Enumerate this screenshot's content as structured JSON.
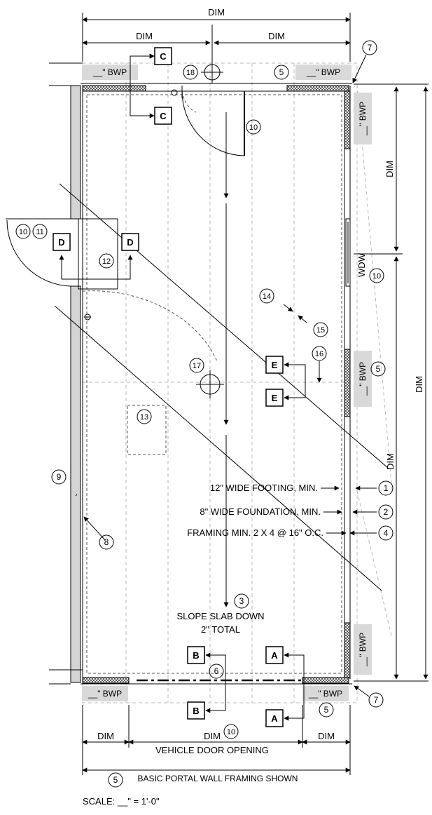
{
  "dimensions": {
    "top_overall": "DIM",
    "top_left": "DIM",
    "top_right": "DIM",
    "right_upper": "DIM",
    "right_overall": "DIM",
    "diagonal": "DIM",
    "bottom_left": "DIM",
    "bottom_center": "DIM",
    "bottom_right": "DIM"
  },
  "bwp_labels": {
    "top_left": "__\" BWP",
    "top_right": "__\" BWP",
    "right_top": "__\" BWP",
    "right_middle": "__\" BWP",
    "right_bottom": "__\" BWP",
    "bottom_left": "__\" BWP",
    "bottom_right": "__\" BWP"
  },
  "window_label": "WDW",
  "section_markers": [
    "A",
    "B",
    "C",
    "D",
    "E"
  ],
  "callouts": [
    "1",
    "2",
    "3",
    "4",
    "5",
    "6",
    "7",
    "8",
    "9",
    "10",
    "11",
    "12",
    "13",
    "14",
    "15",
    "16",
    "17",
    "18"
  ],
  "notes": {
    "footing": "12\" WIDE FOOTING, MIN.",
    "foundation": "8\" WIDE FOUNDATION, MIN.",
    "framing": "FRAMING MIN. 2 X 4 @ 16\" O.C.",
    "slope_line1": "SLOPE SLAB DOWN",
    "slope_line2": "2\" TOTAL",
    "vehicle_door": "VEHICLE DOOR OPENING",
    "portal": "BASIC PORTAL WALL FRAMING SHOWN",
    "scale": "SCALE: __\" = 1'-0\""
  }
}
